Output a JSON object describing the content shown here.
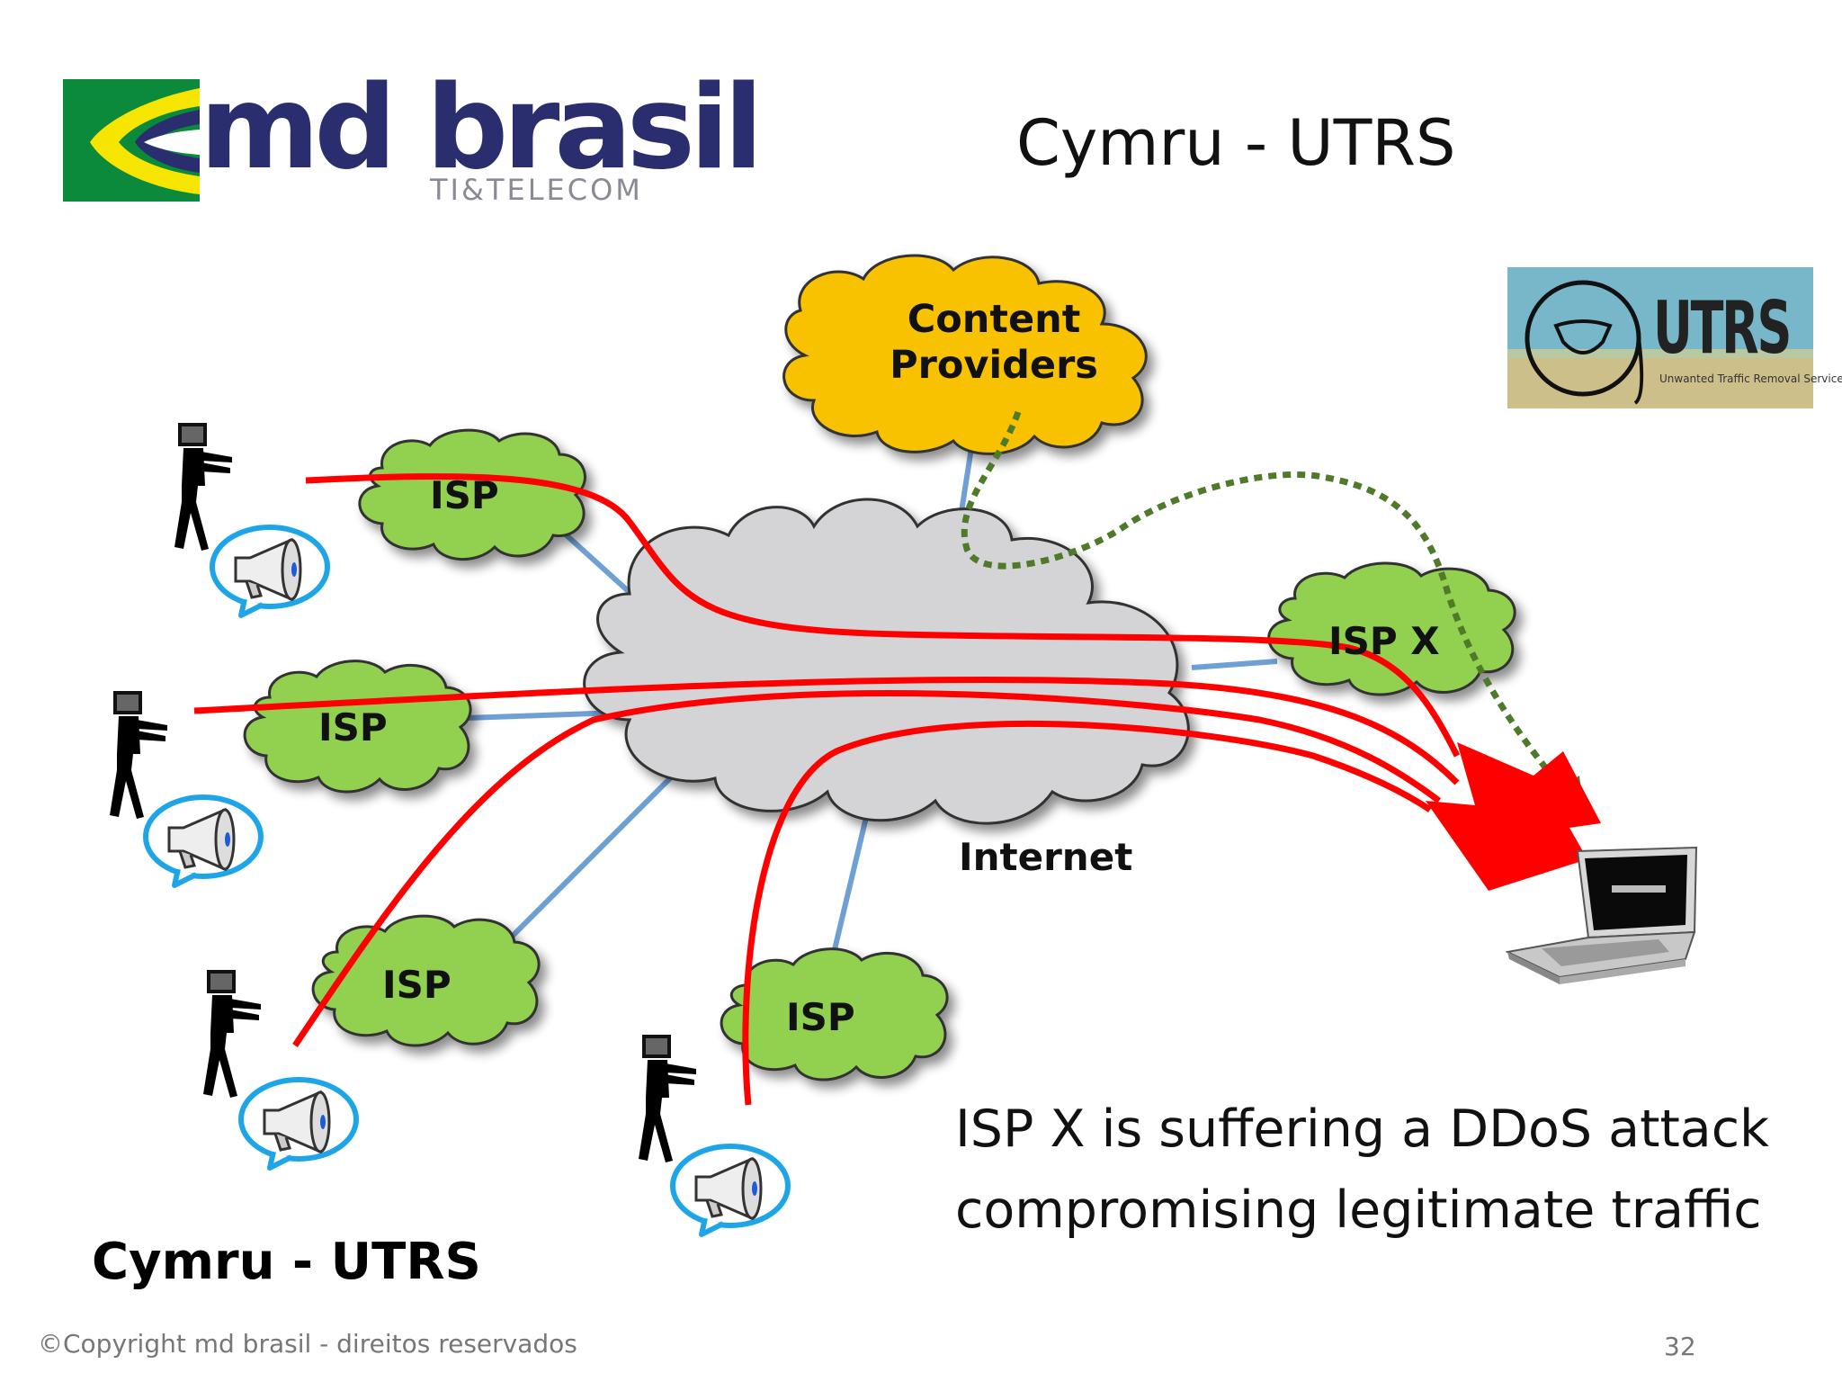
{
  "slide": {
    "title": "Cymru - UTRS",
    "bottom_title": "Cymru - UTRS",
    "caption_lines": [
      "ISP X is suffering a DDoS attack",
      "compromising legitimate traffic"
    ],
    "footer_copyright": "©Copyright md brasil - direitos reservados",
    "page_number": "32"
  },
  "logo": {
    "brand": "md brasil",
    "subtitle": "TI&TELECOM",
    "colors": {
      "green": "#0a8a3a",
      "yellow": "#f5e500",
      "blue": "#2b2e6e"
    }
  },
  "utrs_logo": {
    "brand": "UTRS",
    "subtitle": "Unwanted Traffic Removal Service"
  },
  "diagram": {
    "core_cloud": {
      "label": "Internet",
      "color": "#d4d4d6"
    },
    "content_cloud": {
      "label": "Content\nProviders",
      "color": "#f8c200"
    },
    "isp_clouds": [
      {
        "id": "isp-1",
        "label": "ISP"
      },
      {
        "id": "isp-2",
        "label": "ISP"
      },
      {
        "id": "isp-3",
        "label": "ISP"
      },
      {
        "id": "isp-4",
        "label": "ISP"
      },
      {
        "id": "isp-x",
        "label": "ISP X"
      }
    ],
    "isp_color": "#92d050",
    "attack_color": "#ff0000",
    "legit_color": "#4f7a2a",
    "link_color": "#6fa0d4"
  }
}
